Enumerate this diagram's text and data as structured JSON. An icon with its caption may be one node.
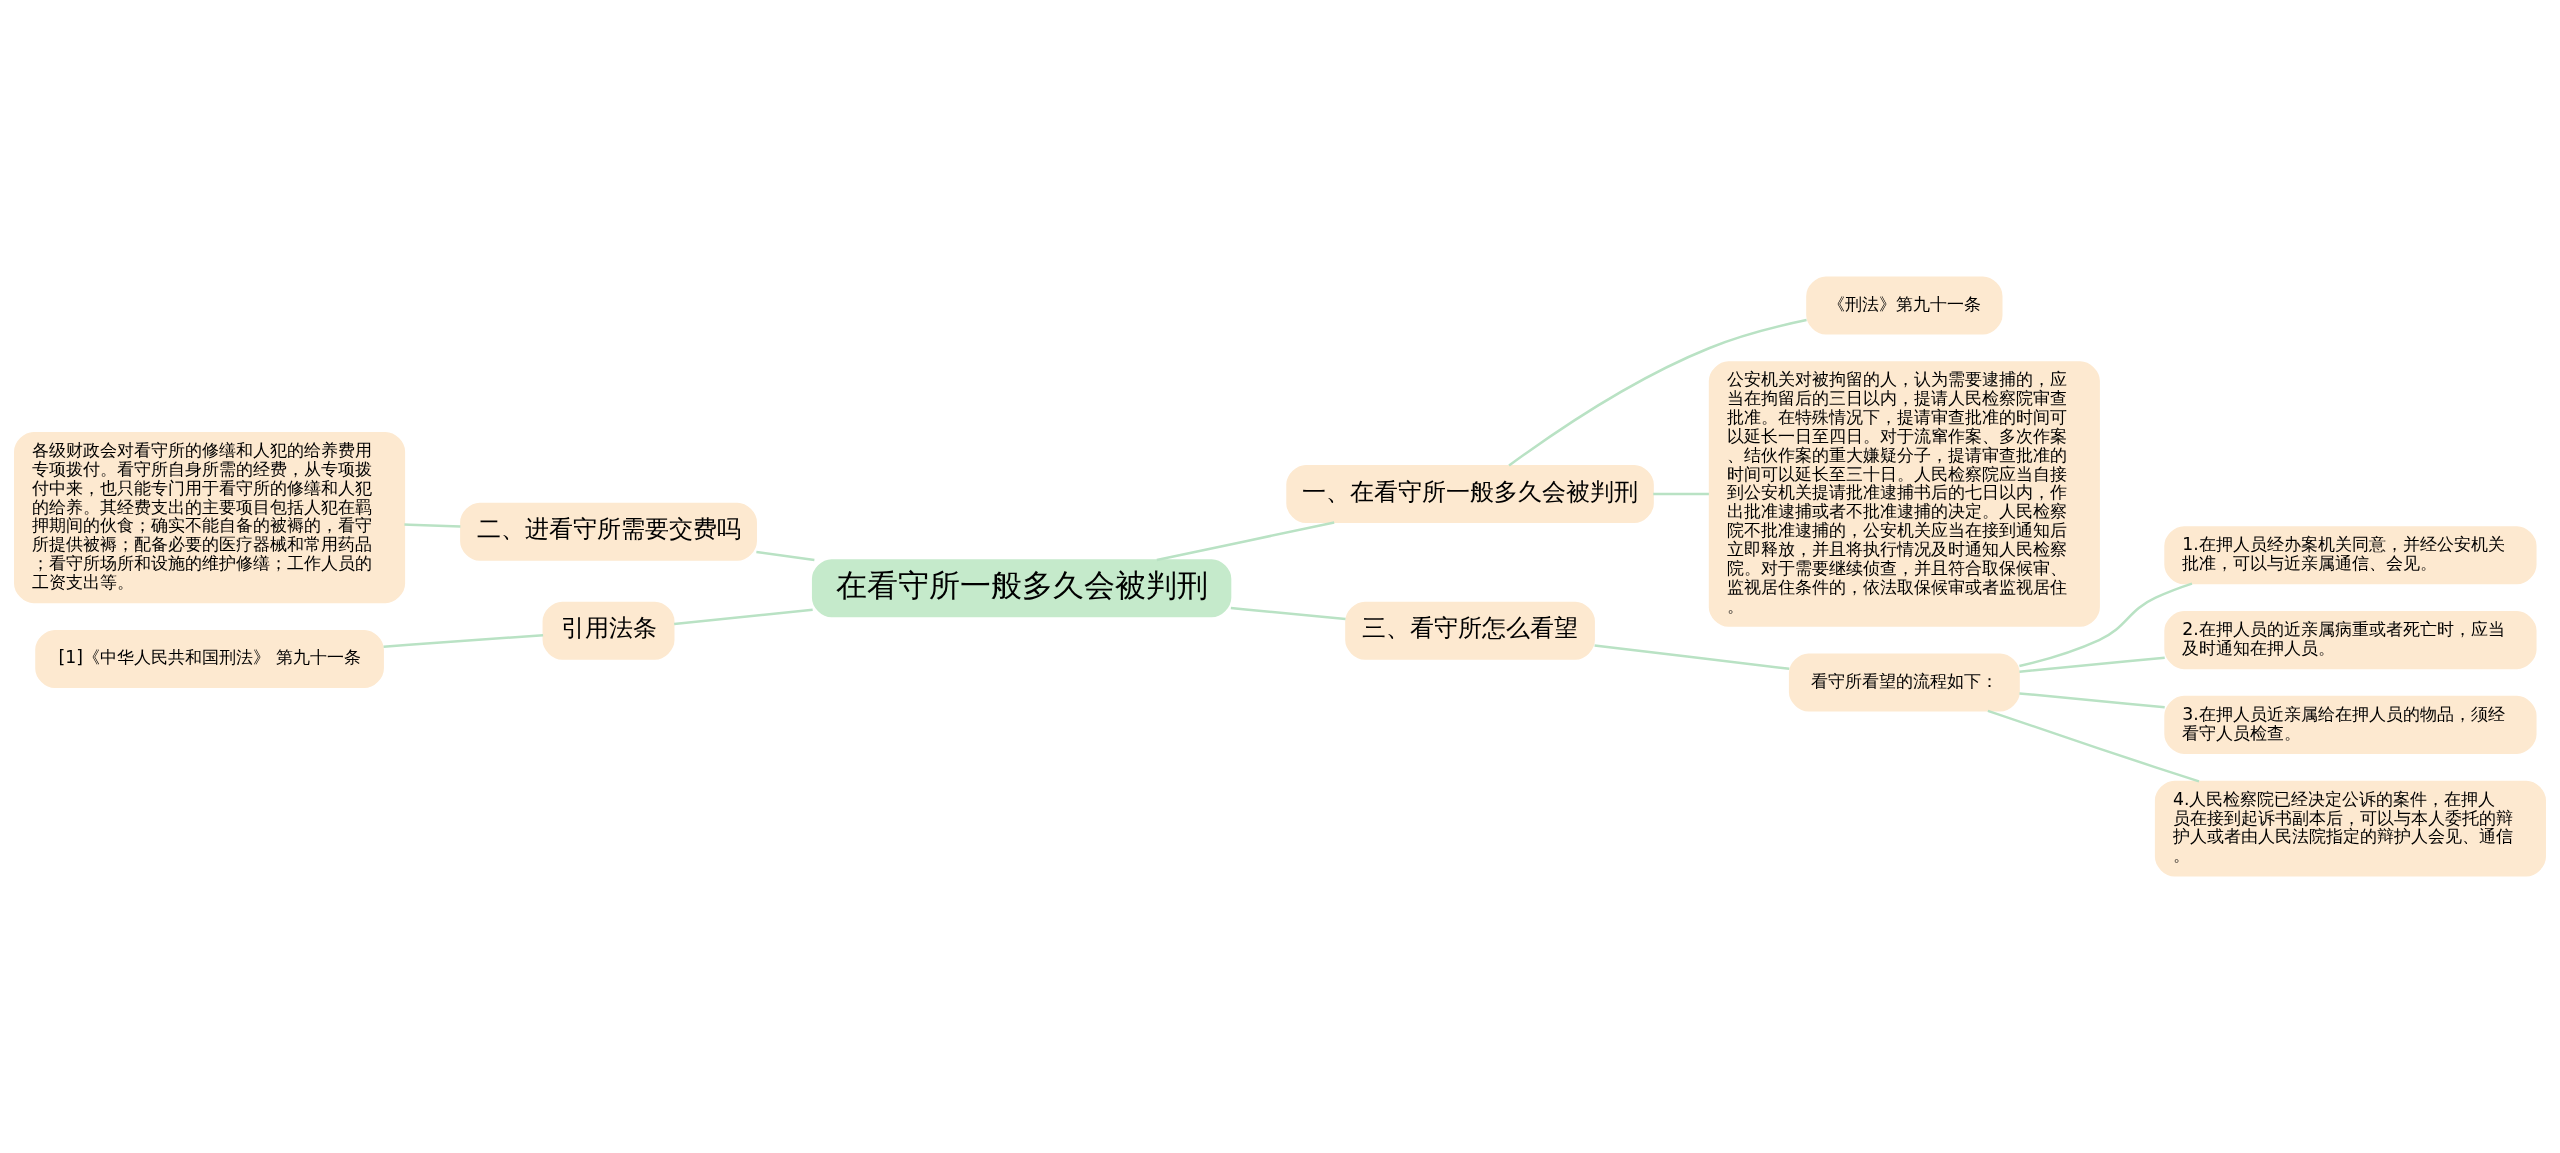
{
  "diagram": {
    "nodes": [
      {
        "text": [
          "在看守所一般多久会被判刑"
        ]
      },
      {
        "text": [
          "一、在看守所一般多久会被判刑"
        ]
      },
      {
        "text": [
          "《刑法》第九十一条"
        ]
      },
      {
        "text": [
          "公安机关对被拘留的人，认为需要逮捕的，应当在拘留后的三日以内，提请人民检察院审查批准。在特殊情况下，提请审查批准的时间可以延长一日至四日。对于流窜作案、多次作案、结伙作案的重大嫌疑分子，提请审查批准的时间可以延长至三十日。人民检察院应当自接到公安机关提请批准逮捕书后的七日以内，作出批准逮捕或者不批准逮捕的决定。人民检察院不批准逮捕的，公安机关应当在接到通知后立即释放，并且将执行情况及时通知人民检察院。对于需要继续侦查，并且符合取保候审、监视居住条件的，依法取保候审或者监视居住。"
        ]
      },
      {
        "text": [
          "三、看守所怎么看望"
        ]
      },
      {
        "text": [
          "看守所看望的流程如下："
        ]
      },
      {
        "text": [
          "1.在押人员经办案机关同意，并经公安机关批准，可以与近亲属通信、会见。"
        ]
      },
      {
        "text": [
          "2.在押人员的近亲属病重或者死亡时，应当及时通知在押人员。"
        ]
      },
      {
        "text": [
          "3.在押人员近亲属给在押人员的物品，须经看守人员检查。"
        ]
      },
      {
        "text": [
          "4.人民检察院已经决定公诉的案件，在押人员在接到起诉书副本后，可以与本人委托的辩护人或者由人民法院指定的辩护人会见、通信。"
        ]
      },
      {
        "text": [
          "二、进看守所需要交费吗"
        ]
      },
      {
        "text": [
          "各级财政会对看守所的修缮和人犯的给养费用专项拨付。看守所自身所需的经费，从专项拨付中来，也只能专门用于看守所的修缮和人犯的给养。其经费支出的主要项目包括人犯在羁押期间的伙食；确实不能自备的被褥的，看守所提供被褥；配备必要的医疗器械和常用药品；看守所场所和设施的维护修缮；工作人员的工资支出等。"
        ]
      },
      {
        "text": [
          "引用法条"
        ]
      },
      {
        "text": [
          "[1]《中华人民共和国刑法》 第九十一条"
        ]
      }
    ],
    "edges": [
      {
        "from": 0,
        "to": 1,
        "arrow": "none"
      },
      {
        "from": 1,
        "to": 2,
        "arrow": "none"
      },
      {
        "from": 1,
        "to": 3,
        "arrow": "none"
      },
      {
        "from": 0,
        "to": 4,
        "arrow": "none"
      },
      {
        "from": 4,
        "to": 5,
        "arrow": "none"
      },
      {
        "from": 5,
        "to": 6,
        "arrow": "none"
      },
      {
        "from": 5,
        "to": 7,
        "arrow": "none"
      },
      {
        "from": 5,
        "to": 8,
        "arrow": "none"
      },
      {
        "from": 5,
        "to": 9,
        "arrow": "none"
      },
      {
        "from": 0,
        "to": 10,
        "arrow": "none"
      },
      {
        "from": 10,
        "to": 11,
        "arrow": "none"
      },
      {
        "from": 0,
        "to": 12,
        "arrow": "none"
      },
      {
        "from": 12,
        "to": 13,
        "arrow": "none"
      }
    ]
  }
}
